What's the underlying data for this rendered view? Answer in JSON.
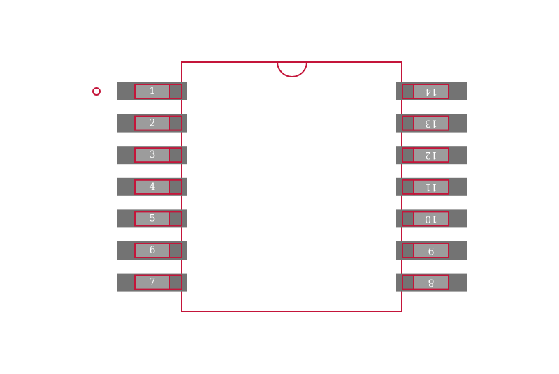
{
  "component": {
    "outline_color": "#c4153a",
    "pad_color": "#737373",
    "pad_inner_color": "#9c9c9c",
    "label_color": "#ffffff"
  },
  "pins": {
    "left": [
      "1",
      "2",
      "3",
      "4",
      "5",
      "6",
      "7"
    ],
    "right": [
      "14",
      "13",
      "12",
      "11",
      "10",
      "9",
      "8"
    ]
  },
  "markers": {
    "pin1_dot": "circle",
    "notch": "semicircle"
  }
}
